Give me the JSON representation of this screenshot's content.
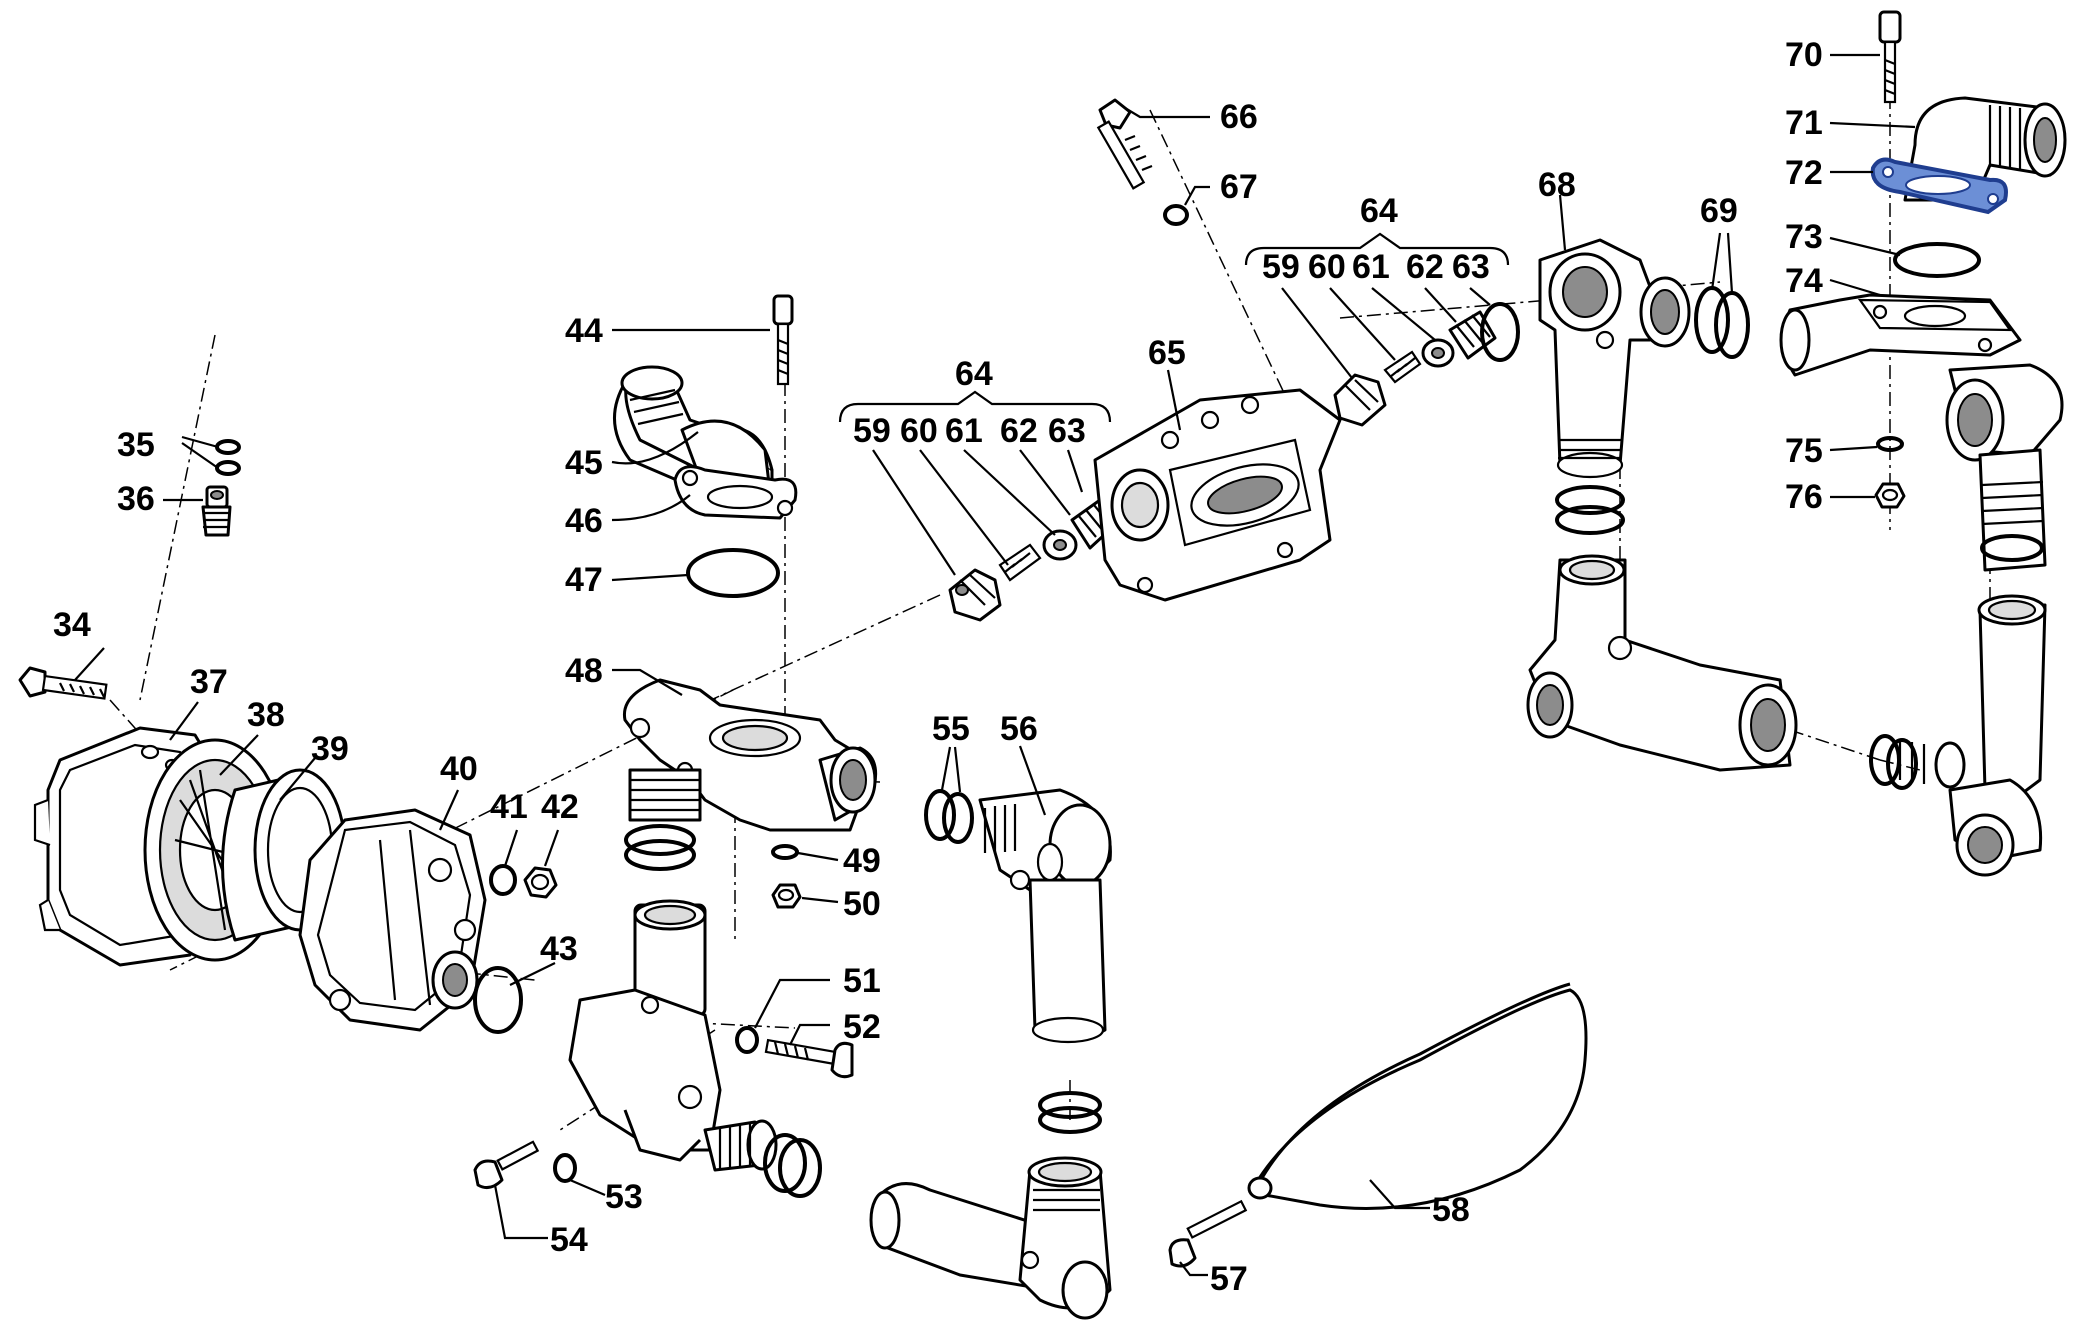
{
  "diagram": {
    "highlight_color": "#6c8fd6",
    "labels": {
      "l34": "34",
      "l35": "35",
      "l36": "36",
      "l37": "37",
      "l38": "38",
      "l39": "39",
      "l40": "40",
      "l41": "41",
      "l42": "42",
      "l43": "43",
      "l44": "44",
      "l45": "45",
      "l46": "46",
      "l47": "47",
      "l48": "48",
      "l49": "49",
      "l50": "50",
      "l51": "51",
      "l52": "52",
      "l53": "53",
      "l54": "54",
      "l55": "55",
      "l56": "56",
      "l57": "57",
      "l58": "58",
      "g1_64": "64",
      "g1_59": "59",
      "g1_60": "60",
      "g1_61": "61",
      "g1_62": "62",
      "g1_63": "63",
      "g2_64": "64",
      "g2_59": "59",
      "g2_60": "60",
      "g2_61": "61",
      "g2_62": "62",
      "g2_63": "63",
      "l65": "65",
      "l66": "66",
      "l67": "67",
      "l68": "68",
      "l69": "69",
      "l70": "70",
      "l71": "71",
      "l72": "72",
      "l73": "73",
      "l74": "74",
      "l75": "75",
      "l76": "76"
    }
  }
}
